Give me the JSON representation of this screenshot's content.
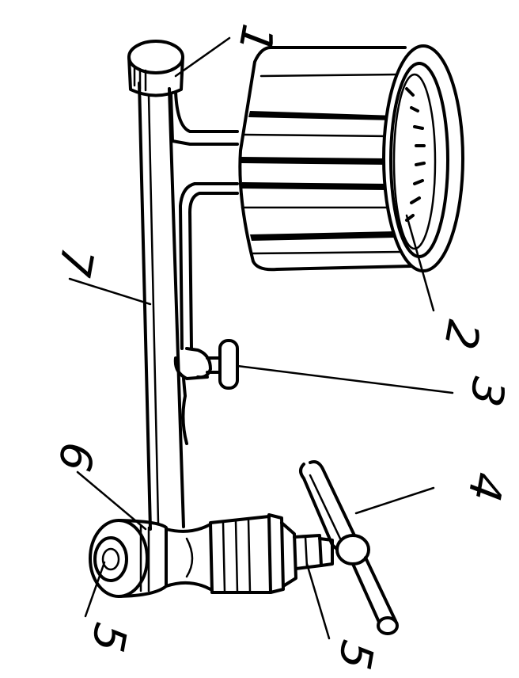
{
  "callouts": [
    {
      "id": "1",
      "text": "1"
    },
    {
      "id": "2",
      "text": "2"
    },
    {
      "id": "3",
      "text": "3"
    },
    {
      "id": "4",
      "text": "4"
    },
    {
      "id": "5a",
      "text": "5"
    },
    {
      "id": "5b",
      "text": "5"
    },
    {
      "id": "6",
      "text": "6"
    },
    {
      "id": "7",
      "text": "7"
    }
  ]
}
